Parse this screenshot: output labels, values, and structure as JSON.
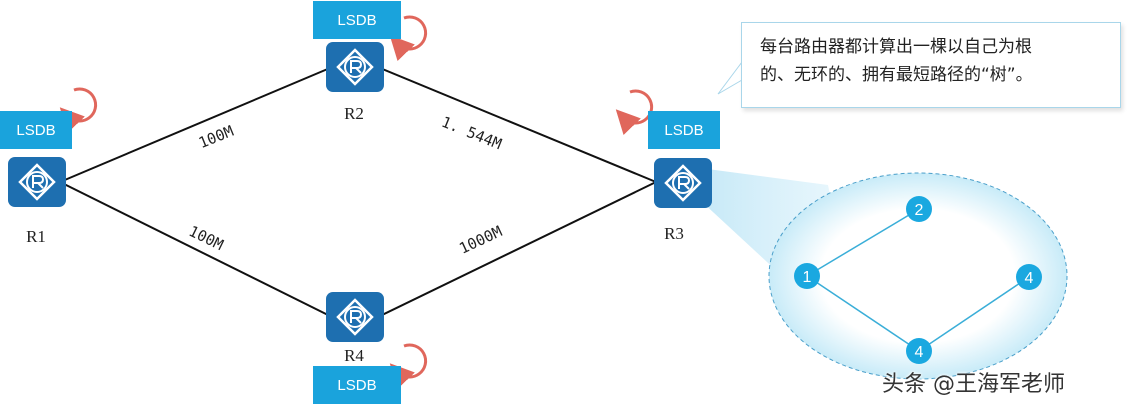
{
  "colors": {
    "lsdb_fill": "#1aa3dc",
    "router_fill": "#1e6fb0",
    "refresh_arrow": "#e0675c",
    "tree_node": "#1aa8e0",
    "tree_edge": "#3aaed8"
  },
  "routers": {
    "r1": "R1",
    "r2": "R2",
    "r3": "R3",
    "r4": "R4"
  },
  "lsdb_label": "LSDB",
  "links": {
    "r1_r2": "100M",
    "r2_r3": "1. 544M",
    "r1_r4": "100M",
    "r4_r3": "1000M"
  },
  "callout": {
    "line1": "每台路由器都计算出一棵以自己为根",
    "line2": "的、无环的、拥有最短路径的“树”。"
  },
  "tree": {
    "nodes": [
      "1",
      "2",
      "4",
      "4"
    ]
  },
  "watermark": "头条 @王海军老师"
}
